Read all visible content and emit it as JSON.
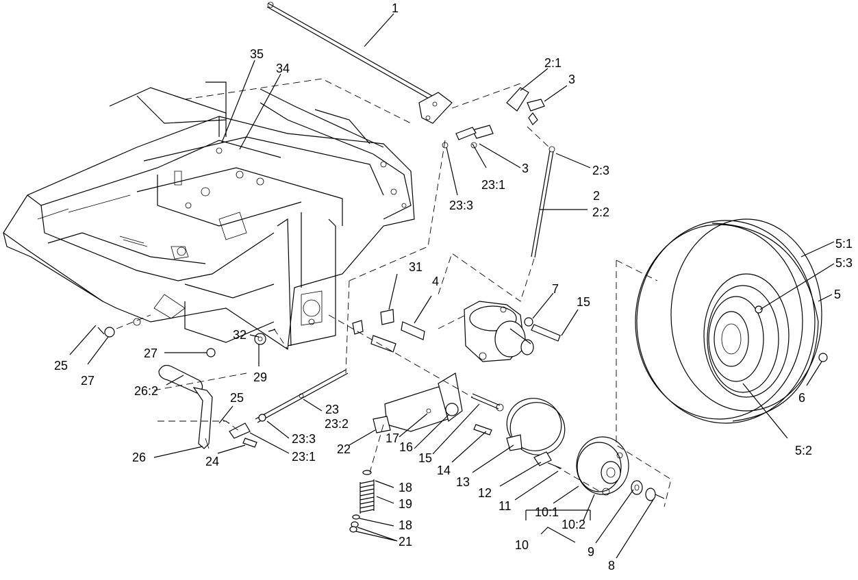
{
  "callouts": {
    "c1": "1",
    "c2_1": "2:1",
    "c3a": "3",
    "c35": "35",
    "c34": "34",
    "c3b": "3",
    "c23_1a": "23:1",
    "c23_3a": "23:3",
    "c2_3": "2:3",
    "c2": "2",
    "c2_2": "2:2",
    "c5_1": "5:1",
    "c5_3": "5:3",
    "c5": "5",
    "c31": "31",
    "c4": "4",
    "c7": "7",
    "c15a": "15",
    "c32": "32",
    "c29": "29",
    "c25a": "25",
    "c27a": "27",
    "c27b": "27",
    "c26_2": "26:2",
    "c25b": "25",
    "c23": "23",
    "c23_2": "23:2",
    "c23_3b": "23:3",
    "c23_1b": "23:1",
    "c26": "26",
    "c24": "24",
    "c22": "22",
    "c17": "17",
    "c16": "16",
    "c15b": "15",
    "c14": "14",
    "c13": "13",
    "c12": "12",
    "c11": "11",
    "c10_1": "10:1",
    "c10_2": "10:2",
    "c10": "10",
    "c9": "9",
    "c8": "8",
    "c6": "6",
    "c5_2": "5:2",
    "c18a": "18",
    "c19": "19",
    "c18b": "18",
    "c21": "21"
  }
}
